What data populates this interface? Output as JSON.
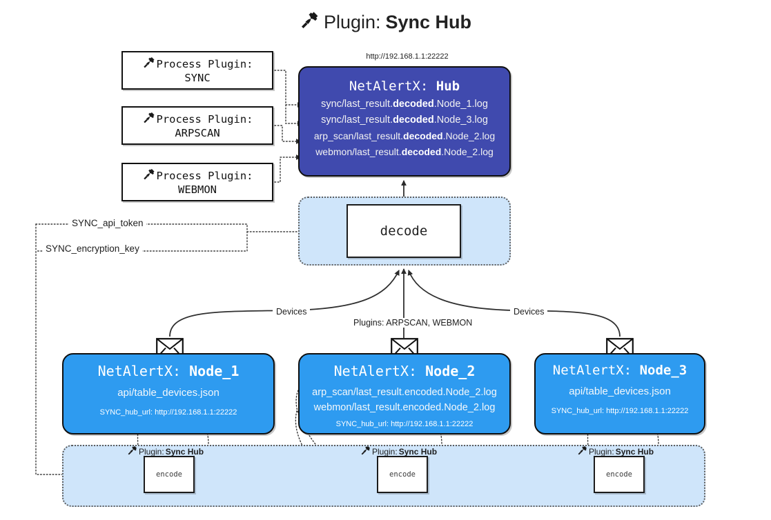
{
  "title": {
    "icon": "plug-icon",
    "prefix": "Plugin:",
    "name": "Sync Hub"
  },
  "hub": {
    "url_caption": "http://192.168.1.1:22222",
    "label_prefix": "NetAlertX:",
    "label_name": "Hub",
    "log_lines": [
      {
        "pre": "sync/last_result.",
        "bold": "decoded",
        "post": ".Node_1.log"
      },
      {
        "pre": "sync/last_result.",
        "bold": "decoded",
        "post": ".Node_3.log"
      },
      {
        "pre": "arp_scan/last_result.",
        "bold": "decoded",
        "post": ".Node_2.log"
      },
      {
        "pre": "webmon/last_result.",
        "bold": "decoded",
        "post": ".Node_2.log"
      }
    ]
  },
  "process_plugins": [
    {
      "icon": "plug-icon",
      "caption": "Process Plugin:",
      "name": "SYNC"
    },
    {
      "icon": "plug-icon",
      "caption": "Process Plugin:",
      "name": "ARPSCAN"
    },
    {
      "icon": "plug-icon",
      "caption": "Process Plugin:",
      "name": "WEBMON"
    }
  ],
  "decode": {
    "box_label": "decode"
  },
  "secrets": [
    {
      "label": "SYNC_api_token"
    },
    {
      "label": "SYNC_encryption_key"
    }
  ],
  "edge_labels": {
    "devices_left": "Devices",
    "devices_right": "Devices",
    "plugins_center": "Plugins: ARPSCAN, WEBMON"
  },
  "nodes": [
    {
      "icon": "envelope-icon",
      "label_prefix": "NetAlertX:",
      "label_name": "Node_1",
      "lines": [
        "api/table_devices.json"
      ],
      "footer": "SYNC_hub_url: http://192.168.1.1:22222"
    },
    {
      "icon": "envelope-icon",
      "label_prefix": "NetAlertX:",
      "label_name": "Node_2",
      "lines": [
        "arp_scan/last_result.encoded.Node_2.log",
        "webmon/last_result.encoded.Node_2.log"
      ],
      "footer": "SYNC_hub_url: http://192.168.1.1:22222"
    },
    {
      "icon": "envelope-icon",
      "label_prefix": "NetAlertX:",
      "label_name": "Node_3",
      "lines": [
        "api/table_devices.json"
      ],
      "footer": "SYNC_hub_url: http://192.168.1.1:22222"
    }
  ],
  "encode_sections": [
    {
      "icon": "plug-icon",
      "caption_prefix": "Plugin:",
      "caption_name": "Sync Hub",
      "box_label": "encode"
    },
    {
      "icon": "plug-icon",
      "caption_prefix": "Plugin:",
      "caption_name": "Sync Hub",
      "box_label": "encode"
    },
    {
      "icon": "plug-icon",
      "caption_prefix": "Plugin:",
      "caption_name": "Sync Hub",
      "box_label": "encode"
    }
  ],
  "colors": {
    "hub_fill": "#404aae",
    "node_fill": "#2e9bf0",
    "container_fill": "#cfe5fa",
    "stroke": "#0f0f0f",
    "background": "#ffffff"
  }
}
